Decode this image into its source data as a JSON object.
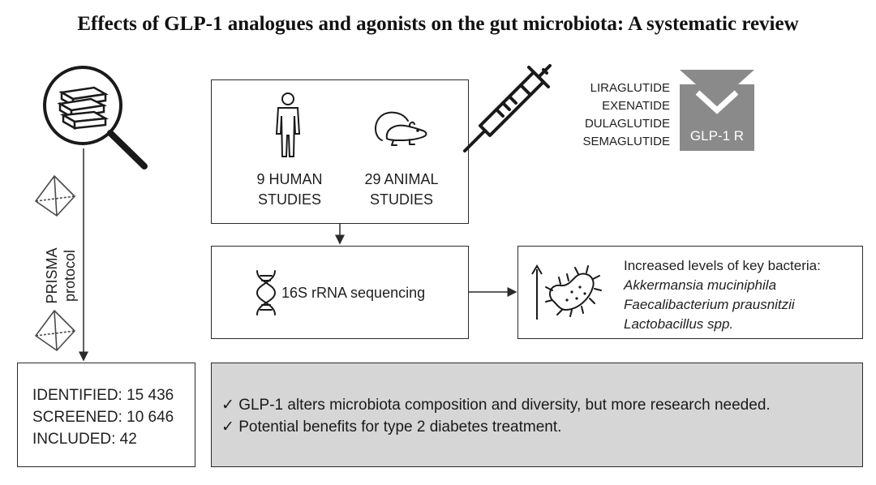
{
  "title": "Effects of GLP-1 analogues and agonists on the gut microbiota: A systematic review",
  "studies": {
    "human": [
      "9 HUMAN",
      "STUDIES"
    ],
    "animal": [
      "29 ANIMAL",
      "STUDIES"
    ]
  },
  "drugs": [
    "LIRAGLUTIDE",
    "EXENATIDE",
    "DULAGLUTIDE",
    "SEMAGLUTIDE"
  ],
  "receptor_label": "GLP-1 R",
  "prisma": [
    "PRISMA",
    "protocol"
  ],
  "sequencing_label": "16S rRNA sequencing",
  "bacteria": {
    "heading": "Increased levels of key bacteria:",
    "species": [
      "Akkermansia muciniphila",
      "Faecalibacterium prausnitzii",
      "Lactobacillus spp."
    ]
  },
  "counts": {
    "identified": "IDENTIFIED: 15 436",
    "screened": "SCREENED: 10 646",
    "included": "INCLUDED: 42"
  },
  "conclusions": [
    "✓ GLP-1 alters microbiota composition and diversity, but more research needed.",
    "✓ Potential benefits for type 2 diabetes treatment."
  ],
  "icons": [
    "books-magnifier-icon",
    "pyramid-icon",
    "person-icon",
    "rat-icon",
    "syringe-icon",
    "receptor-icon",
    "dna-icon",
    "bacterium-icon",
    "up-arrow-icon"
  ],
  "colors": {
    "receptor_fill": "#8a8a8a",
    "conclusion_fill": "#d6d6d6",
    "line": "#2a2a2a"
  }
}
